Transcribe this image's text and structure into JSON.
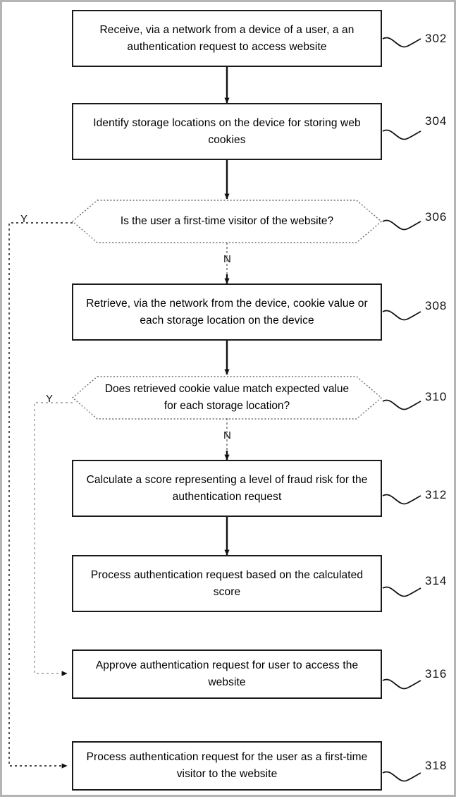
{
  "figure": {
    "type": "flowchart",
    "orientation": "vertical",
    "frame_color": "#b4b4b4",
    "line_color": "#1a1a1a"
  },
  "nodes": [
    {
      "id": "302",
      "shape": "process",
      "ref": "302",
      "text": "Receive, via a network from a device of a user, a an authentication request to access website"
    },
    {
      "id": "304",
      "shape": "process",
      "ref": "304",
      "text": "Identify storage locations on the device for storing web cookies"
    },
    {
      "id": "306",
      "shape": "decision",
      "ref": "306",
      "text": "Is the user a first-time visitor of the website?"
    },
    {
      "id": "308",
      "shape": "process",
      "ref": "308",
      "text": "Retrieve, via the network from the device, cookie value or each storage location on the device"
    },
    {
      "id": "310",
      "shape": "decision",
      "ref": "310",
      "text": "Does retrieved cookie value match expected value for each storage location?"
    },
    {
      "id": "312",
      "shape": "process",
      "ref": "312",
      "text": "Calculate a score representing a level of fraud risk for the authentication request"
    },
    {
      "id": "314",
      "shape": "process",
      "ref": "314",
      "text": "Process authentication request based on the calculated score"
    },
    {
      "id": "316",
      "shape": "process",
      "ref": "316",
      "text": "Approve authentication request for user to access the website"
    },
    {
      "id": "318",
      "shape": "process",
      "ref": "318",
      "text": "Process authentication request for the user as a first-time visitor to the website"
    }
  ],
  "branch_labels": {
    "d306_yes": "Y",
    "d306_no": "N",
    "d310_yes": "Y",
    "d310_no": "N"
  },
  "edges": [
    {
      "from": "302",
      "to": "304",
      "label": ""
    },
    {
      "from": "304",
      "to": "306",
      "label": ""
    },
    {
      "from": "306",
      "to": "318",
      "label": "Y"
    },
    {
      "from": "306",
      "to": "308",
      "label": "N"
    },
    {
      "from": "308",
      "to": "310",
      "label": ""
    },
    {
      "from": "310",
      "to": "316",
      "label": "Y"
    },
    {
      "from": "310",
      "to": "312",
      "label": "N"
    },
    {
      "from": "312",
      "to": "314",
      "label": ""
    }
  ]
}
